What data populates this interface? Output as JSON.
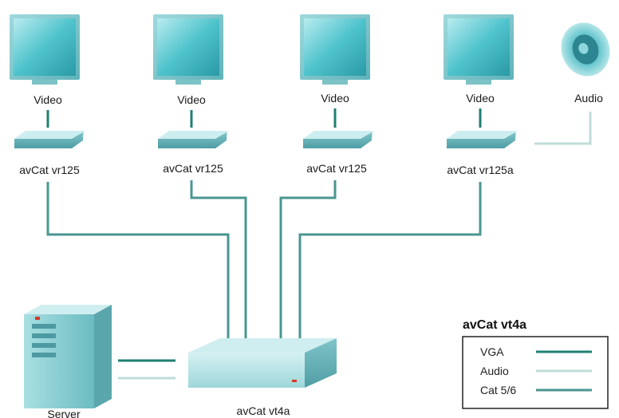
{
  "colors": {
    "vga_line": "#1f7f74",
    "audio_line": "#bfdcd8",
    "cat_line": "#4a9690",
    "device_fill": "#8fd0d4",
    "screen_fill": "#4fc3cc"
  },
  "displays": [
    {
      "label": "Video"
    },
    {
      "label": "Video"
    },
    {
      "label": "Video"
    },
    {
      "label": "Video"
    }
  ],
  "speaker": {
    "label": "Audio",
    "icon": "speaker-icon"
  },
  "receivers": [
    {
      "label": "avCat vr125"
    },
    {
      "label": "avCat vr125"
    },
    {
      "label": "avCat vr125"
    },
    {
      "label": "avCat vr125a"
    }
  ],
  "transmitter": {
    "label": "avCat vt4a"
  },
  "server": {
    "label": "Server",
    "icon": "server-tower-icon"
  },
  "legend": {
    "title": "avCat vt4a",
    "items": [
      {
        "label": "VGA",
        "type": "vga"
      },
      {
        "label": "Audio",
        "type": "audio"
      },
      {
        "label": "Cat 5/6",
        "type": "cat"
      }
    ]
  }
}
